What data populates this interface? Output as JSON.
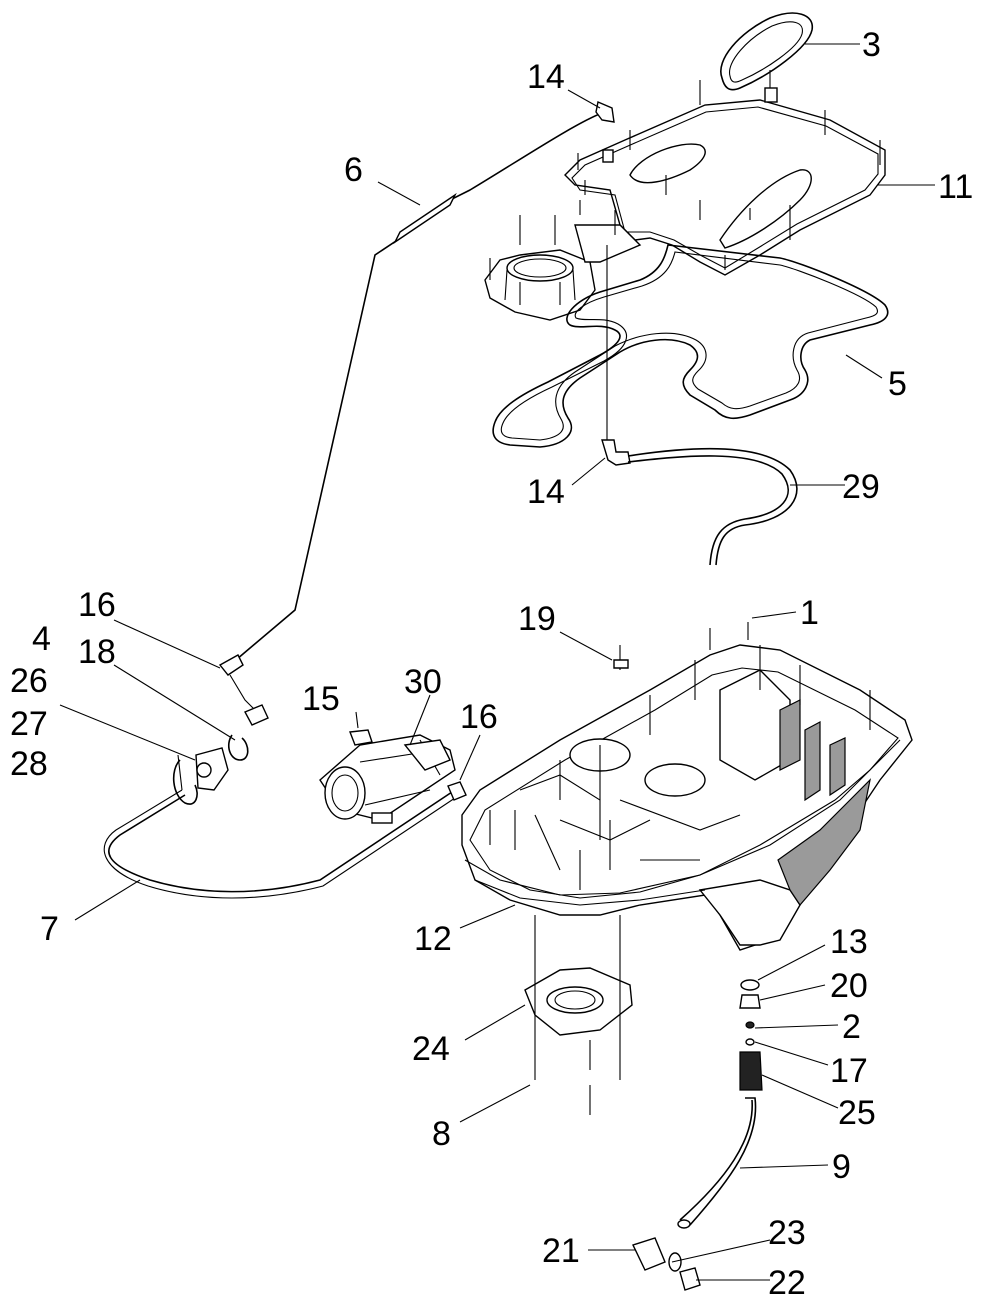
{
  "diagram": {
    "callouts": [
      {
        "id": "c1",
        "text": "1"
      },
      {
        "id": "c2",
        "text": "2"
      },
      {
        "id": "c3",
        "text": "3"
      },
      {
        "id": "c4",
        "text": "4"
      },
      {
        "id": "c5",
        "text": "5"
      },
      {
        "id": "c6",
        "text": "6"
      },
      {
        "id": "c7",
        "text": "7"
      },
      {
        "id": "c8",
        "text": "8"
      },
      {
        "id": "c9",
        "text": "9"
      },
      {
        "id": "c11",
        "text": "11"
      },
      {
        "id": "c12",
        "text": "12"
      },
      {
        "id": "c13",
        "text": "13"
      },
      {
        "id": "c14a",
        "text": "14"
      },
      {
        "id": "c14b",
        "text": "14"
      },
      {
        "id": "c15",
        "text": "15"
      },
      {
        "id": "c16a",
        "text": "16"
      },
      {
        "id": "c16b",
        "text": "16"
      },
      {
        "id": "c17",
        "text": "17"
      },
      {
        "id": "c18",
        "text": "18"
      },
      {
        "id": "c19",
        "text": "19"
      },
      {
        "id": "c20",
        "text": "20"
      },
      {
        "id": "c21",
        "text": "21"
      },
      {
        "id": "c22",
        "text": "22"
      },
      {
        "id": "c23",
        "text": "23"
      },
      {
        "id": "c24",
        "text": "24"
      },
      {
        "id": "c25",
        "text": "25"
      },
      {
        "id": "c26",
        "text": "26"
      },
      {
        "id": "c27",
        "text": "27"
      },
      {
        "id": "c28",
        "text": "28"
      },
      {
        "id": "c29",
        "text": "29"
      },
      {
        "id": "c30",
        "text": "30"
      }
    ]
  }
}
